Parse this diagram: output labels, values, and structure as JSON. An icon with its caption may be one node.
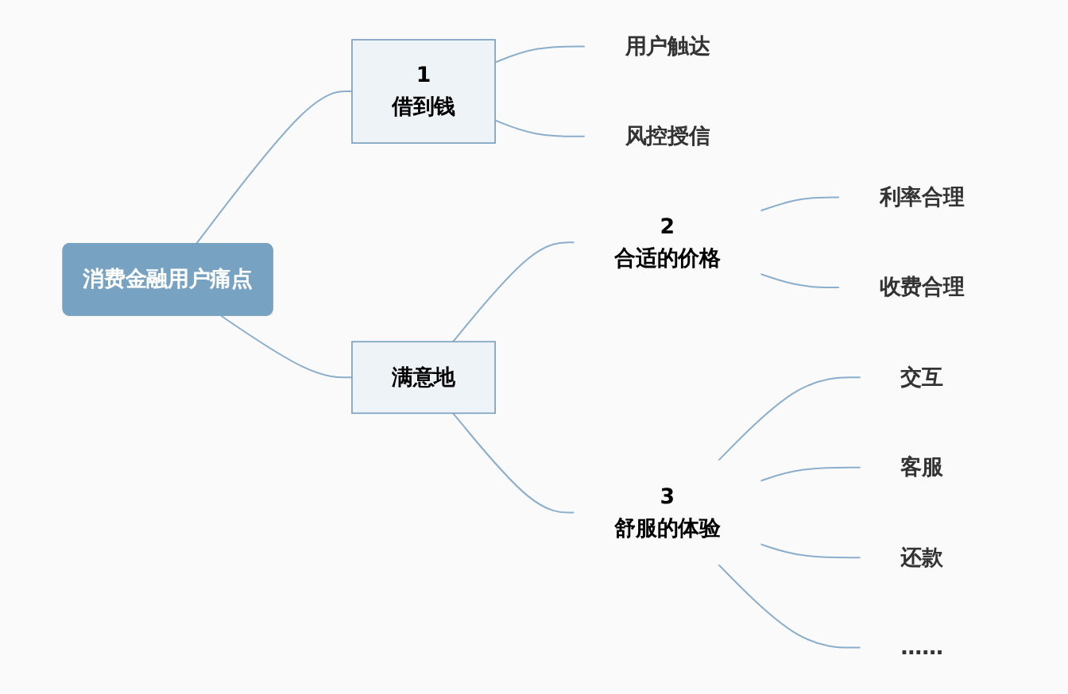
{
  "diagram": {
    "nodes": [
      {
        "text": [
          "消费金融用户痛点"
        ]
      },
      {
        "text": [
          "1",
          "借到钱"
        ]
      },
      {
        "text": [
          "用户触达"
        ]
      },
      {
        "text": [
          "风控授信"
        ]
      },
      {
        "text": [
          "满意地"
        ]
      },
      {
        "text": [
          "2",
          "合适的价格"
        ]
      },
      {
        "text": [
          "利率合理"
        ]
      },
      {
        "text": [
          "收费合理"
        ]
      },
      {
        "text": [
          "3",
          "舒服的体验"
        ]
      },
      {
        "text": [
          "交互"
        ]
      },
      {
        "text": [
          "客服"
        ]
      },
      {
        "text": [
          "还款"
        ]
      },
      {
        "text": [
          "……"
        ]
      }
    ],
    "edges": [
      {
        "from": 0,
        "to": 1,
        "arrow": "none"
      },
      {
        "from": 1,
        "to": 2,
        "arrow": "none"
      },
      {
        "from": 1,
        "to": 3,
        "arrow": "none"
      },
      {
        "from": 0,
        "to": 4,
        "arrow": "none"
      },
      {
        "from": 4,
        "to": 5,
        "arrow": "none"
      },
      {
        "from": 5,
        "to": 6,
        "arrow": "none"
      },
      {
        "from": 5,
        "to": 7,
        "arrow": "none"
      },
      {
        "from": 4,
        "to": 8,
        "arrow": "none"
      },
      {
        "from": 8,
        "to": 9,
        "arrow": "none"
      },
      {
        "from": 8,
        "to": 10,
        "arrow": "none"
      },
      {
        "from": 8,
        "to": 11,
        "arrow": "none"
      },
      {
        "from": 8,
        "to": 12,
        "arrow": "none"
      }
    ]
  }
}
